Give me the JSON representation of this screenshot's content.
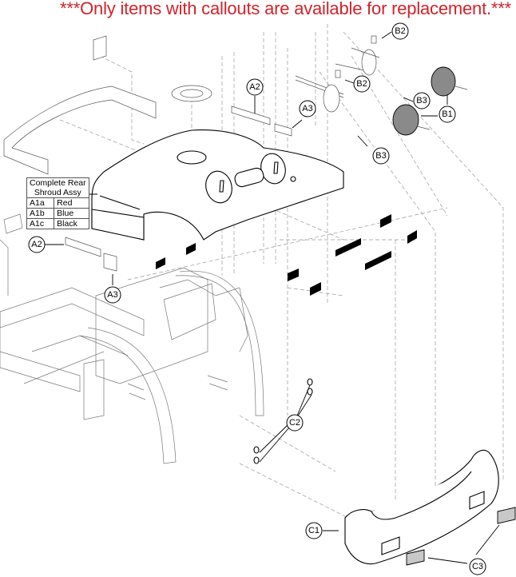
{
  "notice": "***Only items with callouts are available for replacement.***",
  "colors": {
    "notice": "#d2232a"
  },
  "assembly_table": {
    "title_line1": "Complete Rear",
    "title_line2": "Shroud Assy",
    "rows": [
      {
        "code": "A1a",
        "color": "Red"
      },
      {
        "code": "A1b",
        "color": "Blue"
      },
      {
        "code": "A1c",
        "color": "Black"
      }
    ]
  },
  "callouts": {
    "a2_left": "A2",
    "a3_left": "A3",
    "a2_top": "A2",
    "a3_top": "A3",
    "b2_top": "B2",
    "b2_mid": "B2",
    "b3_upper": "B3",
    "b3_lower": "B3",
    "b1": "B1",
    "c1": "C1",
    "c2": "C2",
    "c3": "C3"
  }
}
